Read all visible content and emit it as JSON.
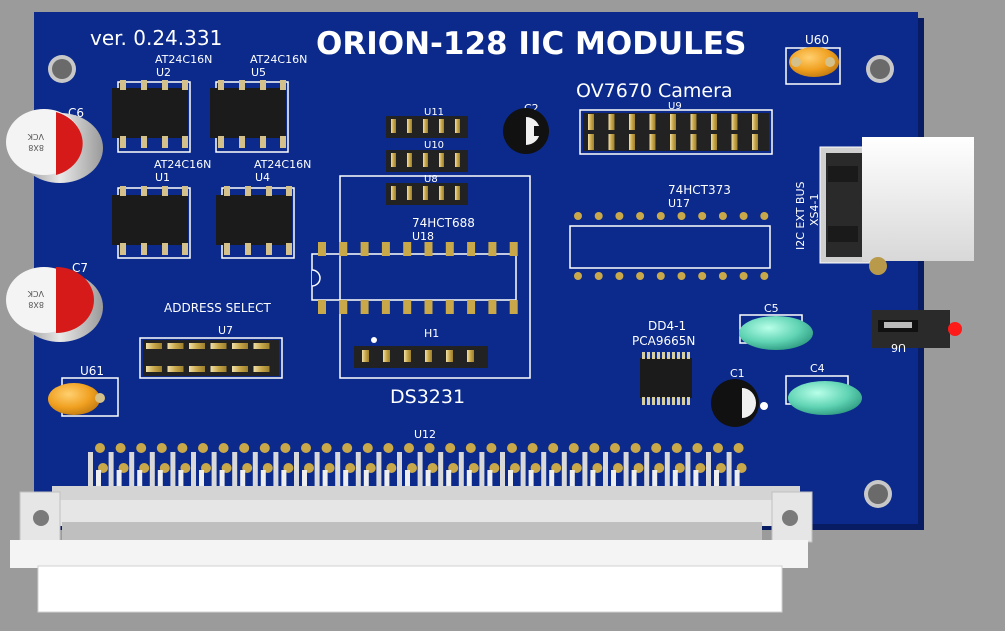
{
  "board": {
    "version": "ver. 0.24.331",
    "title": "ORION-128 IIC MODULES",
    "colors": {
      "pcb": "#0b2a8c",
      "pcb_edge": "#0a2275",
      "silk": "#ffffff",
      "pin": "#c9a84a",
      "connector": "#ececec"
    }
  },
  "labels": {
    "u2_part": "AT24C16N",
    "u2_ref": "U2",
    "u5_part": "AT24C16N",
    "u5_ref": "U5",
    "u1_part": "AT24C16N",
    "u1_ref": "U1",
    "u4_part": "AT24C16N",
    "u4_ref": "U4",
    "c6": "C6",
    "c7": "C7",
    "cap_text_a": "8X8",
    "cap_text_b": "VCK",
    "u11": "U11",
    "u10": "U10",
    "u8": "U8",
    "c2": "C2",
    "u60": "U60",
    "u61": "U61",
    "camera": "OV7670 Camera",
    "u9": "U9",
    "u17_part": "74HCT373",
    "u17_ref": "U17",
    "u18_part": "74HCT688",
    "u18_ref": "U18",
    "address_select": "ADDRESS SELECT",
    "u7": "U7",
    "h1": "H1",
    "ds3231": "DS3231",
    "dd4_ref": "DD4-1",
    "dd4_part": "PCA9665N",
    "c5": "C5",
    "c1": "C1",
    "c4": "C4",
    "ext_bus": "I2C EXT BUS",
    "xs4": "XS4-1",
    "u6": "U6",
    "u12": "U12"
  }
}
